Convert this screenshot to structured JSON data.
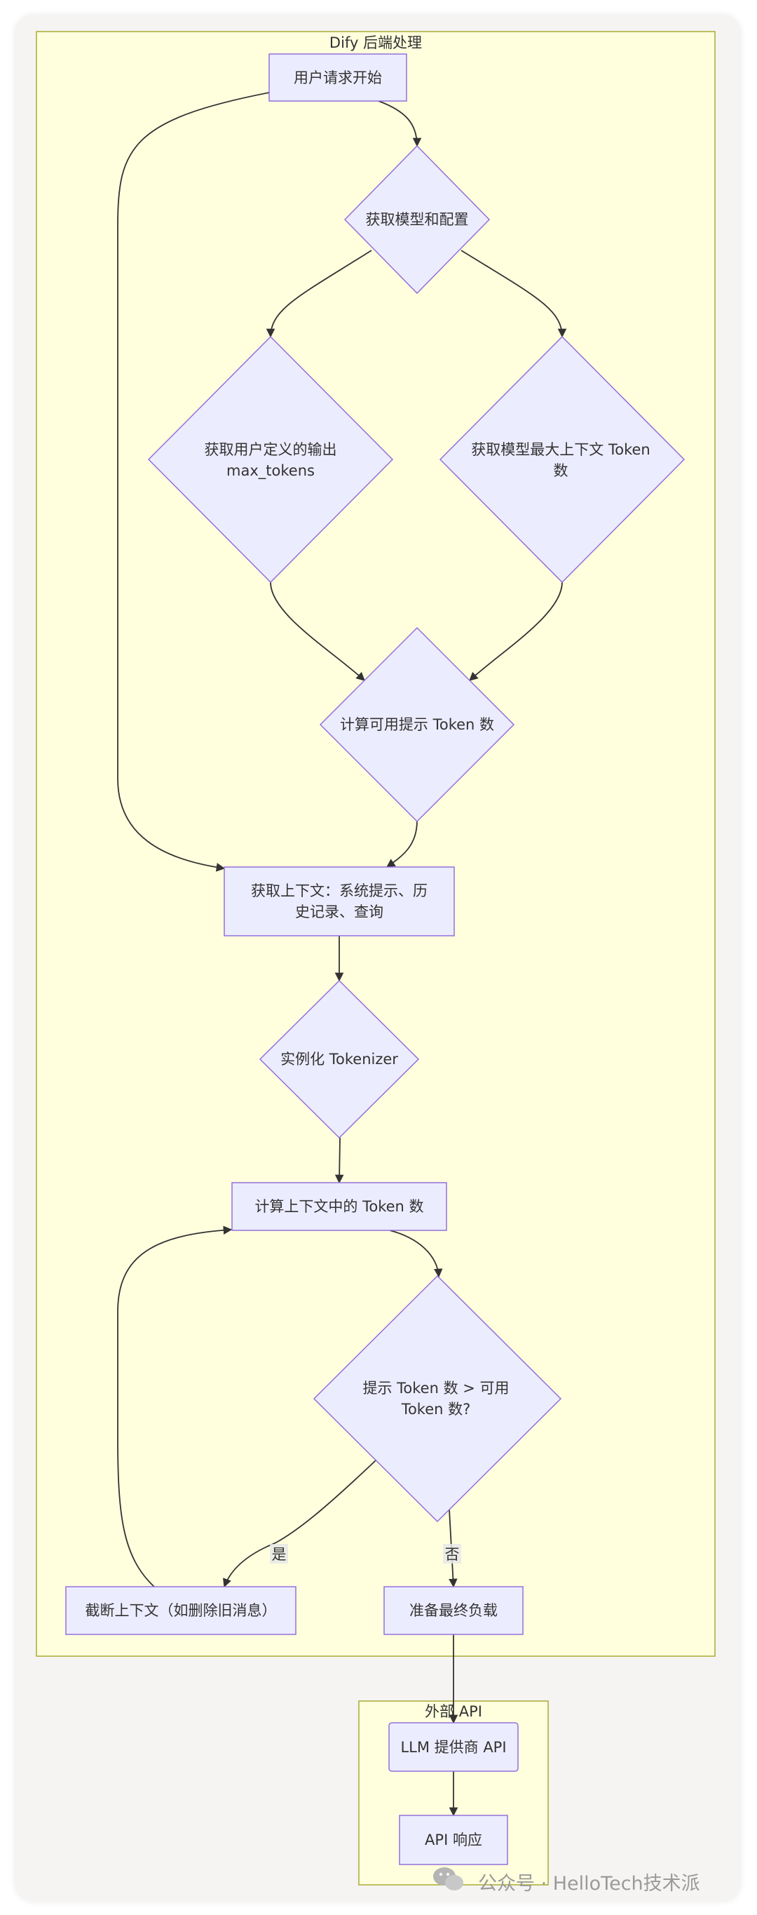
{
  "clusters": {
    "backend": {
      "title": "Dify 后端处理"
    },
    "external": {
      "title": "外部 API"
    }
  },
  "nodes": {
    "user_request": "用户请求开始",
    "get_model_config": "获取模型和配置",
    "get_max_tokens_line1": "获取用户定义的输出",
    "get_max_tokens_line2": "max_tokens",
    "get_context_size_line1": "获取模型最大上下文 Token",
    "get_context_size_line2": "数",
    "calc_prompt_tokens": "计算可用提示 Token 数",
    "get_context_line1": "获取上下文：系统提示、历",
    "get_context_line2": "史记录、查询",
    "init_tokenizer": "实例化 Tokenizer",
    "count_tokens": "计算上下文中的 Token 数",
    "check_line1": "提示 Token 数 > 可用",
    "check_line2": "Token 数?",
    "truncate": "截断上下文（如删除旧消息）",
    "prepare_payload": "准备最终负载",
    "llm_provider": "LLM 提供商 API",
    "api_response": "API 响应"
  },
  "edges": {
    "yes_label": "是",
    "no_label": "否"
  },
  "watermark": "公众号 · HelloTech技术派",
  "colors": {
    "node_fill": "#ececff",
    "node_stroke": "#9370db",
    "cluster_fill": "#ffffde",
    "cluster_stroke": "#aaaa33",
    "edge": "#333333",
    "card_bg": "#f5f4f2"
  }
}
